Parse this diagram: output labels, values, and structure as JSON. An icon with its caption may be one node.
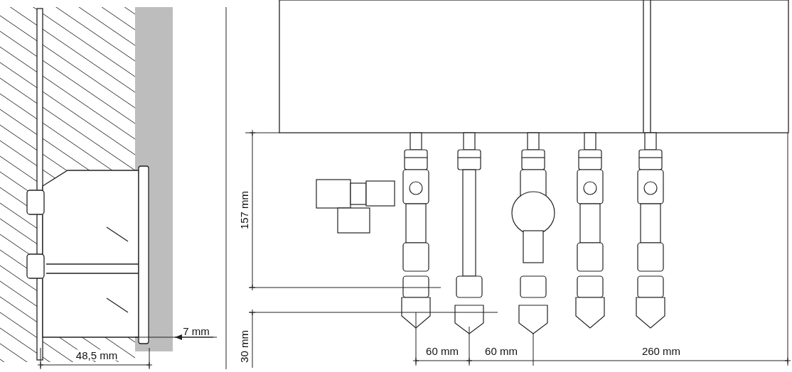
{
  "diagram": {
    "labels": [
      "157 mm",
      "7 mm",
      "30 mm",
      "48,5 mm",
      "60 mm",
      "60 mm",
      "260 mm"
    ]
  }
}
